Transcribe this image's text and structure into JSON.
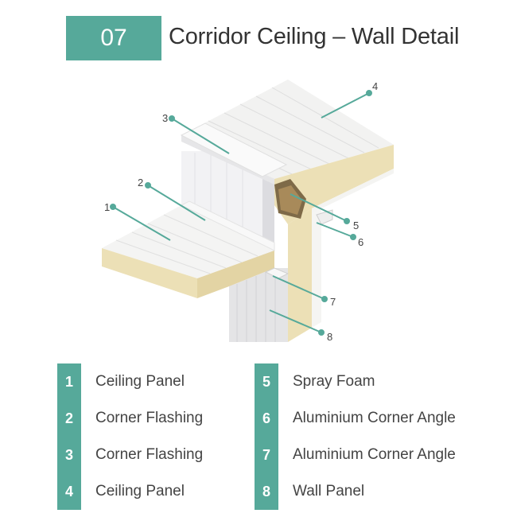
{
  "header": {
    "number": "07",
    "title": "Corridor Ceiling – Wall Detail"
  },
  "colors": {
    "accent": "#56a99a",
    "panel_face": "#f0f0ef",
    "foam_core": "#ece0b6",
    "spray_foam": "#a88a5a"
  },
  "callouts": [
    "1",
    "2",
    "3",
    "4",
    "5",
    "6",
    "7",
    "8"
  ],
  "legend": [
    {
      "number": "1",
      "label": "Ceiling Panel"
    },
    {
      "number": "2",
      "label": "Corner Flashing"
    },
    {
      "number": "3",
      "label": "Corner Flashing"
    },
    {
      "number": "4",
      "label": "Ceiling Panel"
    },
    {
      "number": "5",
      "label": "Spray Foam"
    },
    {
      "number": "6",
      "label": "Aluminium Corner Angle"
    },
    {
      "number": "7",
      "label": "Aluminium Corner Angle"
    },
    {
      "number": "8",
      "label": "Wall Panel"
    }
  ]
}
